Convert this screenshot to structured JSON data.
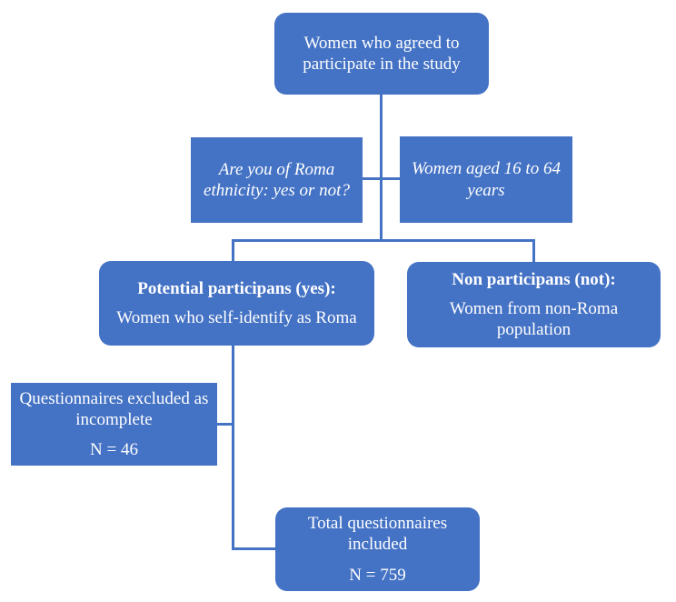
{
  "colors": {
    "background": "#ffffff",
    "box_fill": "#4472C4",
    "line": "#4472C4",
    "text": "#ffffff"
  },
  "flowchart": {
    "nodes": {
      "agreed": {
        "text": "Women who agreed to participate in the study"
      },
      "ethnicity_question": {
        "text": "Are you of Roma ethnicity: yes or not?"
      },
      "age_range": {
        "text": "Women aged 16 to 64 years"
      },
      "potential_participants": {
        "title": "Potential participans (yes):",
        "body": "Women who self-identify as Roma"
      },
      "non_participants": {
        "title": "Non participans (not):",
        "body": "Women from non-Roma population"
      },
      "excluded_questionnaires": {
        "body": "Questionnaires excluded as incomplete",
        "count": "N = 46"
      },
      "total_questionnaires": {
        "body": "Total questionnaires included",
        "count": "N = 759"
      }
    }
  }
}
